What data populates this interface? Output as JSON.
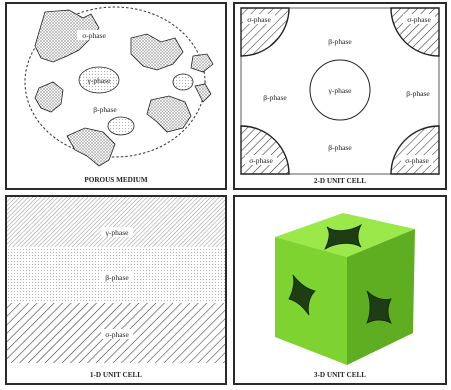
{
  "panels": {
    "porous": {
      "caption": "POROUS MEDIUM",
      "labels": {
        "sigma": "σ-phase",
        "gamma": "γ-phase",
        "beta": "β-phase"
      }
    },
    "unit2d": {
      "caption": "2-D UNIT CELL",
      "labels": {
        "sigma_tl": "σ-phase",
        "sigma_tr": "σ-phase",
        "sigma_bl": "σ-phase",
        "sigma_br": "σ-phase",
        "beta_top": "β-phase",
        "beta_left": "β-phase",
        "beta_right": "β-phase",
        "beta_bottom": "β-phase",
        "gamma": "γ-phase"
      }
    },
    "unit1d": {
      "caption": "1-D UNIT CELL",
      "labels": {
        "gamma": "γ-phase",
        "beta": "β-phase",
        "sigma": "σ-phase"
      }
    },
    "unit3d": {
      "caption": "3-D UNIT CELL"
    }
  },
  "colors": {
    "cube_front": "#7fd331",
    "cube_top": "#9be84a",
    "cube_side": "#5fae22",
    "border": "#2a2a2a"
  }
}
